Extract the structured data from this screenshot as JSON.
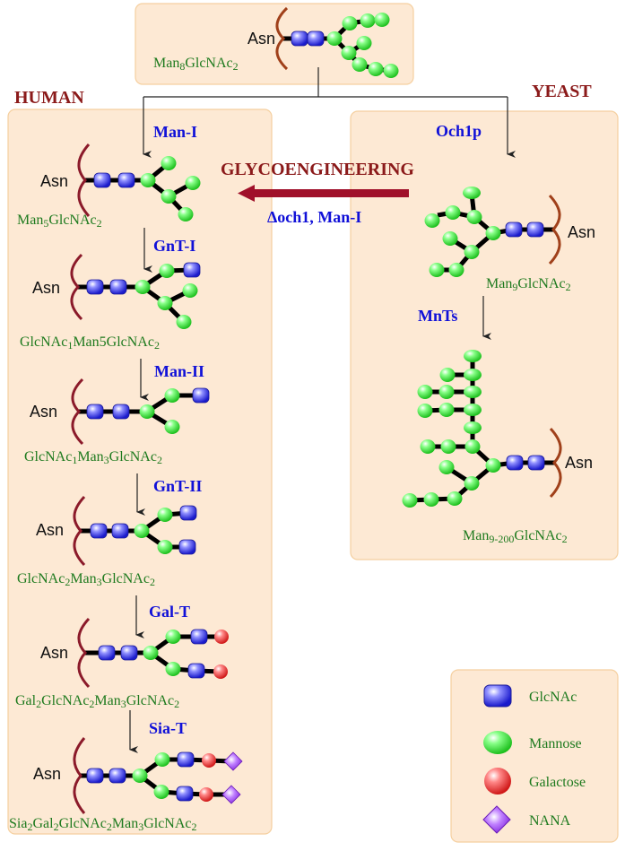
{
  "top": {
    "label": "Man8GlcNAc2",
    "label_parts": [
      "Man",
      "8",
      "GlcNAc",
      "2"
    ],
    "asn": "Asn"
  },
  "human": {
    "title": "HUMAN",
    "steps": [
      {
        "enzyme": "Man-I",
        "label_parts": [
          "Man",
          "5",
          "GlcNAc",
          "2"
        ],
        "asn": "Asn"
      },
      {
        "enzyme": "GnT-I",
        "label_parts": [
          "GlcNAc",
          "1",
          "Man5GlcNAc",
          "2"
        ],
        "asn": "Asn"
      },
      {
        "enzyme": "Man-II",
        "label_parts": [
          "GlcNAc",
          "1",
          "Man",
          "3",
          "GlcNAc",
          "2"
        ],
        "asn": "Asn"
      },
      {
        "enzyme": "GnT-II",
        "label_parts": [
          "GlcNAc",
          "2",
          "Man",
          "3",
          "GlcNAc",
          "2"
        ],
        "asn": "Asn"
      },
      {
        "enzyme": "Gal-T",
        "label_parts": [
          "Gal",
          "2",
          "GlcNAc",
          "2",
          "Man",
          "3",
          "GlcNAc",
          "2"
        ],
        "asn": "Asn"
      },
      {
        "enzyme": "Sia-T",
        "label_parts": [
          "Sia",
          "2",
          "Gal",
          "2",
          "GlcNAc",
          "2",
          "Man",
          "3",
          "GlcNAc",
          "2"
        ],
        "asn": "Asn"
      }
    ]
  },
  "yeast": {
    "title": "YEAST",
    "steps": [
      {
        "enzyme": "Och1p",
        "label_parts": [
          "Man",
          "9",
          "GlcNAc",
          "2"
        ],
        "asn": "Asn"
      },
      {
        "enzyme": "MnTs",
        "label_parts": [
          "Man",
          "9-200",
          "GlcNAc",
          "2"
        ],
        "asn": "Asn"
      }
    ]
  },
  "glycoengineering": {
    "title": "GLYCOENGINEERING",
    "subtitle": "Δoch1, Man-I",
    "arrow_color": "#a0102a"
  },
  "legend": {
    "items": [
      {
        "shape": "rounded-square",
        "name": "GlcNAc",
        "color": "#3a3ae0"
      },
      {
        "shape": "circle",
        "name": "Mannose",
        "color": "#33dd33"
      },
      {
        "shape": "circle",
        "name": "Galactose",
        "color": "#e83030"
      },
      {
        "shape": "diamond",
        "name": "NANA",
        "color": "#9933ee"
      }
    ]
  },
  "colors": {
    "panel_fill": "#fde9d4",
    "panel_stroke": "#f5cf9f",
    "title": "#8b1a1a",
    "enzyme": "#1010d8",
    "label": "#1e7a1e",
    "protein_chain": "#8b1a2a",
    "yeast_chain": "#a0401a"
  }
}
